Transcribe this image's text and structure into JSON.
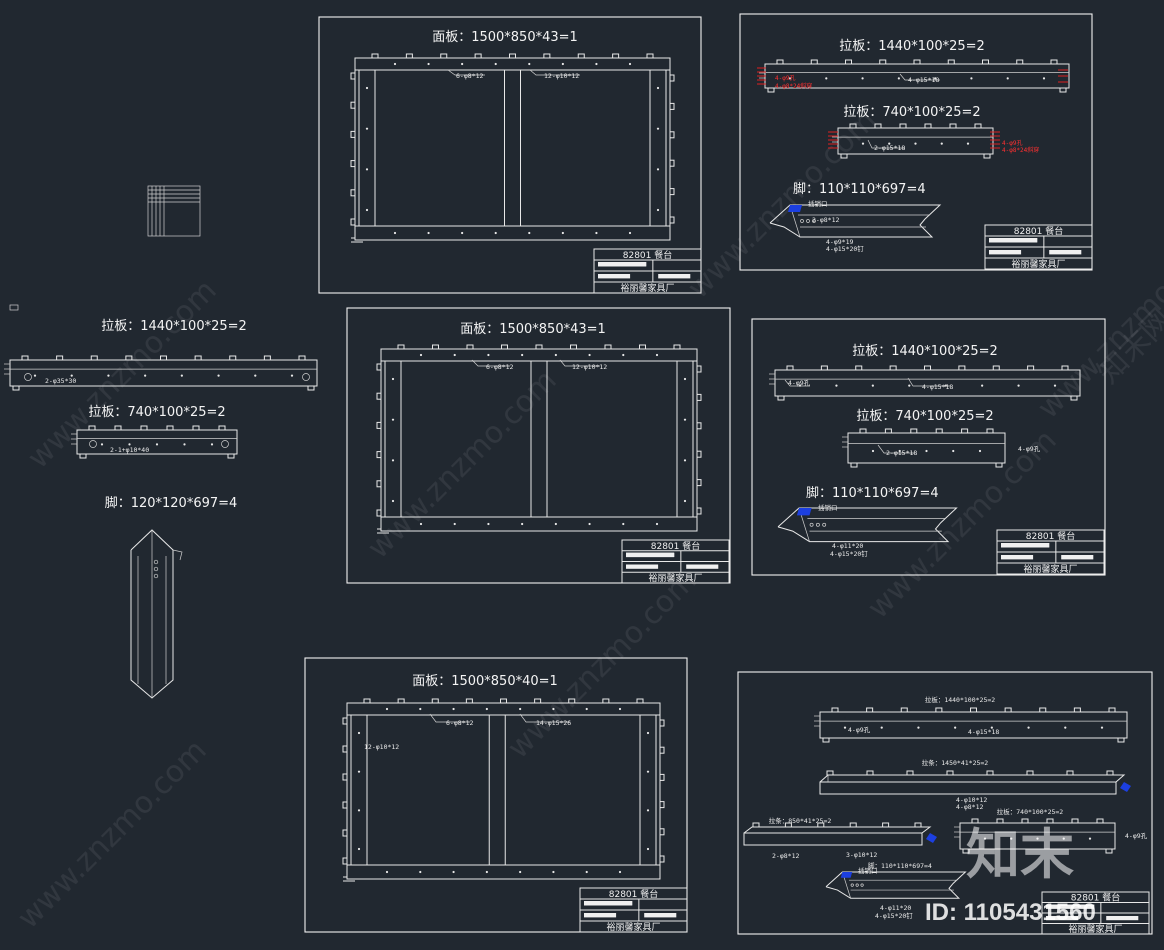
{
  "colors": {
    "background": "#212830",
    "lines": "#e8e8e8",
    "highlight": "#e02020",
    "marker": "#1c3fe0"
  },
  "sheets": {
    "panel_a": {
      "title": "面板：1500*850*43=1",
      "labels": [
        "6-φ8*12",
        "12-φ10*12"
      ]
    },
    "panel_b": {
      "title": "面板：1500*850*43=1",
      "labels": [
        "6-φ8*12",
        "12-φ10*12"
      ]
    },
    "panel_c": {
      "title": "面板：1500*850*40=1",
      "labels": [
        "6-φ8*12",
        "14-φ15*26",
        "12-φ10*12"
      ]
    },
    "red_sheet": {
      "title_long": "拉板：1440*100*25=2",
      "title_short": "拉板：740*100*25=2",
      "title_leg": "脚：110*110*697=4",
      "labels": [
        "4-φ15*18",
        "2-φ15*18",
        "2-φ8*12",
        "4-φ9*19",
        "4-φ15*20钉",
        "插销口"
      ],
      "red_labels": [
        "4-φ9孔",
        "4-φ8*24斜穿"
      ]
    },
    "loose": {
      "title_long": "拉板：1440*100*25=2",
      "title_short": "拉板：740*100*25=2",
      "title_leg": "脚：120*120*697=4",
      "labels": [
        "2-φ35*30",
        "2-1+φ10*40"
      ]
    },
    "mid_right": {
      "title_long": "拉板：1440*100*25=2",
      "title_short": "拉板：740*100*25=2",
      "title_leg": "脚：110*110*697=4",
      "labels": [
        "4-φ9孔",
        "4-φ15*18",
        "2-φ15*18",
        "4-φ9孔",
        "插销口",
        "4-φ11*20",
        "4-φ15*20钉"
      ]
    },
    "bottom_right": {
      "labels": [
        "拉板：1440*100*25=2",
        "拉条：1450*41*25=2",
        "拉板：740*100*25=2",
        "拉条：850*41*25=2",
        "脚：110*110*697=4",
        "4-φ9孔",
        "4-φ15*18",
        "4-φ10*12",
        "4-φ8*12",
        "2-φ8*12",
        "3-φ10*12",
        "插销口",
        "4-φ11*20",
        "4-φ15*20钉"
      ]
    }
  },
  "title_block": {
    "drawing_no": "82801 餐台",
    "company": "裕丽馨家具厂"
  },
  "watermark": {
    "site": "www.znzmo.com",
    "brand": "知末网",
    "logo": "知末",
    "id": "ID: 1105431560"
  }
}
